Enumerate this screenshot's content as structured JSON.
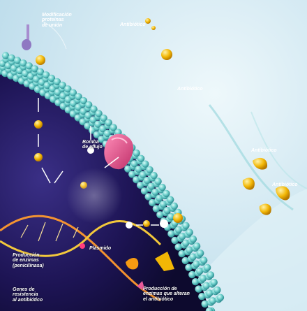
{
  "labels": {
    "binding_protein": "Modificación\nproteínas\nde unión",
    "antibiotic_top": "Antibiótico",
    "antibiotic_mid": "Antibiótico",
    "antibiotic_right_1": "Antibiótico",
    "antibiotic_right_2": "Antibiótico",
    "efflux_pump": "Bomba\nde eflujo",
    "plasmid": "Plásmido",
    "penicillinase": "Producción\nde enzimas\n(penicilinasa)",
    "resistance_genes": "Genes de\nresistencia\nal antibiótico",
    "altering_enzymes": "Producción de\nenzimas que alteran\nel antibiótico"
  },
  "colors": {
    "background": "#cfe7f2",
    "cell_interior": "#1a1147",
    "membrane_bead": "#6fd0cc",
    "antibiotic": "#f2b705",
    "efflux_pump": "#e0457f",
    "dna_strand": "#ff9a2e",
    "plasmid_icon": "#ff3d7f"
  },
  "icons": {
    "binding_protein": "receptor-protein-icon",
    "pump": "efflux-pump-icon",
    "plasmid": "plasmid-icon",
    "enzyme": "enzyme-icon"
  }
}
